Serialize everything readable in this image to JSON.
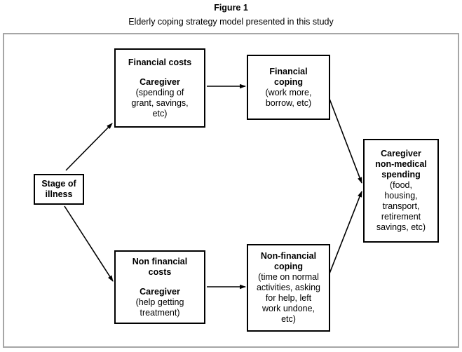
{
  "caption": {
    "title": "Figure 1",
    "subtitle": "Elderly coping strategy model presented in this study"
  },
  "colors": {
    "frame_border": "#a6a6a6",
    "node_border": "#000000",
    "background": "#ffffff",
    "text": "#000000",
    "connector": "#000000"
  },
  "diagram": {
    "type": "flowchart",
    "nodes": [
      {
        "id": "stage-of-illness",
        "heading": [
          "Stage of",
          "illness"
        ],
        "detail": []
      },
      {
        "id": "financial-costs",
        "heading": [
          "Financial costs"
        ],
        "heading2": [
          "Caregiver"
        ],
        "detail": [
          "(spending of",
          "grant, savings,",
          "etc)"
        ]
      },
      {
        "id": "financial-coping",
        "heading": [
          "Financial",
          "coping"
        ],
        "detail": [
          "(work more,",
          "borrow, etc)"
        ]
      },
      {
        "id": "caregiver-non-medical-spending",
        "heading": [
          "Caregiver",
          "non-medical",
          "spending"
        ],
        "detail": [
          "(food,",
          "housing,",
          "transport,",
          "retirement",
          "savings, etc)"
        ]
      },
      {
        "id": "non-financial-costs",
        "heading": [
          "Non financial",
          "costs"
        ],
        "heading2": [
          "Caregiver"
        ],
        "detail": [
          "(help getting",
          "treatment)"
        ]
      },
      {
        "id": "non-financial-coping",
        "heading": [
          "Non-financial",
          "coping"
        ],
        "detail": [
          "(time on normal",
          "activities, asking",
          "for help, left",
          "work undone,",
          "etc)"
        ]
      }
    ],
    "edges": [
      {
        "from": "stage-of-illness",
        "to": "financial-costs"
      },
      {
        "from": "stage-of-illness",
        "to": "non-financial-costs"
      },
      {
        "from": "financial-costs",
        "to": "financial-coping"
      },
      {
        "from": "non-financial-costs",
        "to": "non-financial-coping"
      },
      {
        "from": "financial-coping",
        "to": "caregiver-non-medical-spending"
      },
      {
        "from": "non-financial-coping",
        "to": "caregiver-non-medical-spending"
      }
    ]
  },
  "text": {
    "stage_h1": "Stage of",
    "stage_h2": "illness",
    "fc_h1": "Financial costs",
    "fc_h2": "Caregiver",
    "fc_d1": "(spending of",
    "fc_d2": "grant, savings,",
    "fc_d3": "etc)",
    "fcop_h1": "Financial",
    "fcop_h2": "coping",
    "fcop_d1": "(work more,",
    "fcop_d2": "borrow, etc)",
    "cnms_h1": "Caregiver",
    "cnms_h2": "non-medical",
    "cnms_h3": "spending",
    "cnms_d1": "(food,",
    "cnms_d2": "housing,",
    "cnms_d3": "transport,",
    "cnms_d4": "retirement",
    "cnms_d5": "savings, etc)",
    "nfc_h1": "Non financial",
    "nfc_h2": "costs",
    "nfc_h3": "Caregiver",
    "nfc_d1": "(help getting",
    "nfc_d2": "treatment)",
    "nfcop_h1": "Non-financial",
    "nfcop_h2": "coping",
    "nfcop_d1": "(time on normal",
    "nfcop_d2": "activities, asking",
    "nfcop_d3": "for help, left",
    "nfcop_d4": "work undone,",
    "nfcop_d5": "etc)"
  }
}
